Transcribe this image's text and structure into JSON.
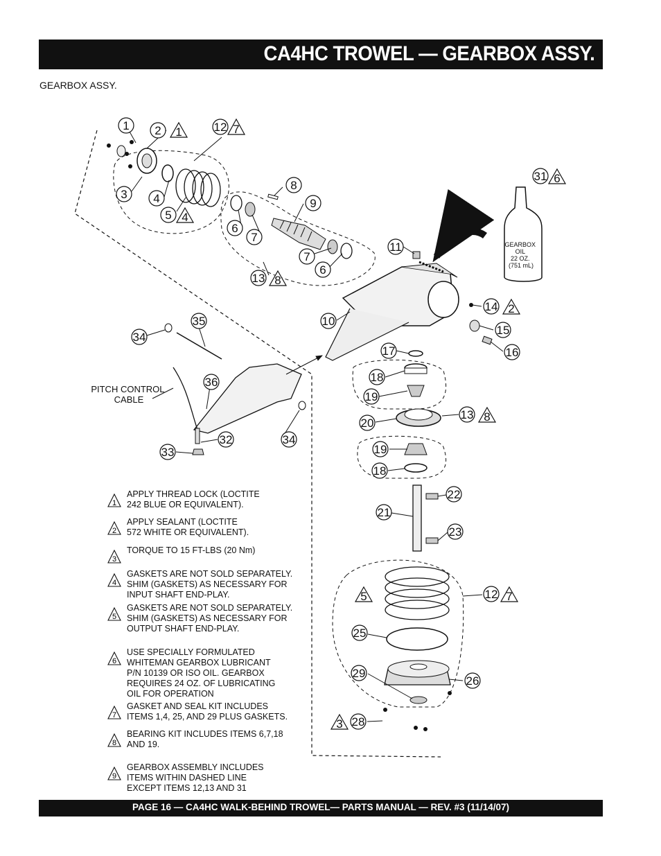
{
  "header": {
    "title": "CA4HC TROWEL — GEARBOX  ASSY."
  },
  "section_title": "GEARBOX ASSY.",
  "footer": {
    "text": "PAGE 16 — CA4HC WALK-BEHIND TROWEL— PARTS MANUAL — REV. #3 (11/14/07)"
  },
  "diagram": {
    "pitch_cable_label": "PITCH CONTROL\nCABLE",
    "oil_bottle_label": "GEARBOX\nOIL\n22 OZ.\n(751 mL)",
    "callouts": {
      "c1": "1",
      "c2": "2",
      "c3": "3",
      "c4": "4",
      "c5": "5",
      "c6a": "6",
      "c6b": "6",
      "c7a": "7",
      "c7b": "7",
      "c8": "8",
      "c9": "9",
      "c10": "10",
      "c11": "11",
      "c12a": "12",
      "c12b": "12",
      "c13a": "13",
      "c13b": "13",
      "c14": "14",
      "c15": "15",
      "c16": "16",
      "c17": "17",
      "c18a": "18",
      "c18b": "18",
      "c19a": "19",
      "c19b": "19",
      "c20": "20",
      "c21": "21",
      "c22": "22",
      "c23": "23",
      "c25": "25",
      "c26": "26",
      "c28": "28",
      "c29": "29",
      "c31": "31",
      "c32": "32",
      "c33": "33",
      "c34a": "34",
      "c34b": "34",
      "c35": "35",
      "c36": "36"
    },
    "note_refs": {
      "r2_1": "1",
      "r12_7a": "7",
      "r5_4": "4",
      "r13_8a": "8",
      "r31_6": "6",
      "r14_2": "2",
      "r13_8b": "8",
      "r12_7b": "7",
      "r5": "5",
      "r3_28": "3"
    }
  },
  "notes": [
    {
      "num": "1",
      "text": "APPLY THREAD LOCK (LOCTITE\n242 BLUE OR EQUIVALENT)."
    },
    {
      "num": "2",
      "text": "APPLY SEALANT (LOCTITE\n572 WHITE OR EQUIVALENT)."
    },
    {
      "num": "3",
      "text": "TORQUE TO 15 FT-LBS (20 Nm)"
    },
    {
      "num": "4",
      "text": "GASKETS ARE NOT SOLD SEPARATELY.\nSHIM (GASKETS) AS NECESSARY FOR\nINPUT SHAFT END-PLAY."
    },
    {
      "num": "5",
      "text": "GASKETS ARE NOT SOLD SEPARATELY.\nSHIM (GASKETS) AS NECESSARY FOR\nOUTPUT SHAFT END-PLAY."
    },
    {
      "num": "6",
      "text": "USE SPECIALLY FORMULATED\nWHITEMAN GEARBOX LUBRICANT\nP/N 10139 OR ISO OIL. GEARBOX\nREQUIRES 24 OZ. OF LUBRICATING\nOIL FOR OPERATION"
    },
    {
      "num": "7",
      "text": "GASKET AND SEAL KIT INCLUDES\nITEMS 1,4, 25, AND 29  PLUS GASKETS."
    },
    {
      "num": "8",
      "text": "BEARING KIT INCLUDES ITEMS 6,7,18\nAND 19."
    },
    {
      "num": "9",
      "text": "GEARBOX ASSEMBLY INCLUDES\nITEMS WITHIN DASHED LINE\nEXCEPT ITEMS 12,13 AND 31"
    }
  ]
}
